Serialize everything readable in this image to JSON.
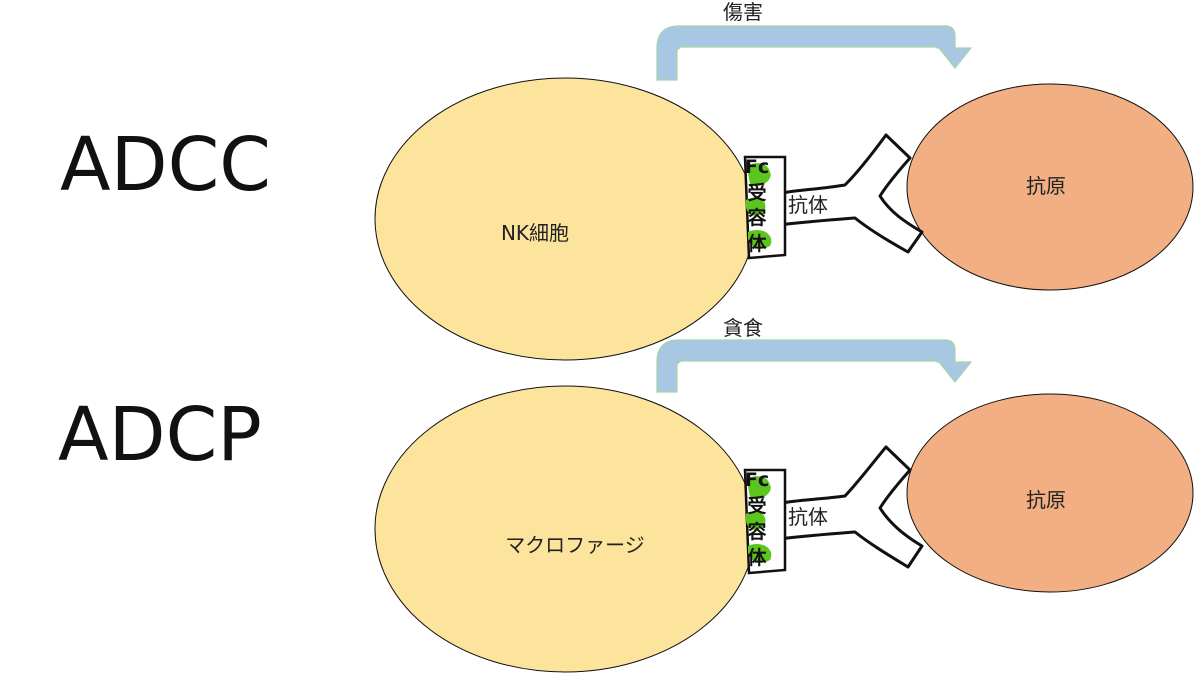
{
  "colors": {
    "effector_cell_fill": "#FCE49C",
    "antigen_fill": "#F2AF84",
    "arrow_fill": "#A7C7E3",
    "arrow_stroke": "#A8D3A8",
    "receptor_green": "#5CC51E",
    "outline": "#111111"
  },
  "panels": [
    {
      "mechanism": "ADCC",
      "action": "傷害",
      "effector_cell": "NK細胞",
      "receptor": [
        "Fc",
        "受",
        "容",
        "体"
      ],
      "antibody": "抗体",
      "antigen": "抗原"
    },
    {
      "mechanism": "ADCP",
      "action": "貪食",
      "effector_cell": "マクロファージ",
      "receptor": [
        "Fc",
        "受",
        "容",
        "体"
      ],
      "antibody": "抗体",
      "antigen": "抗原"
    }
  ]
}
